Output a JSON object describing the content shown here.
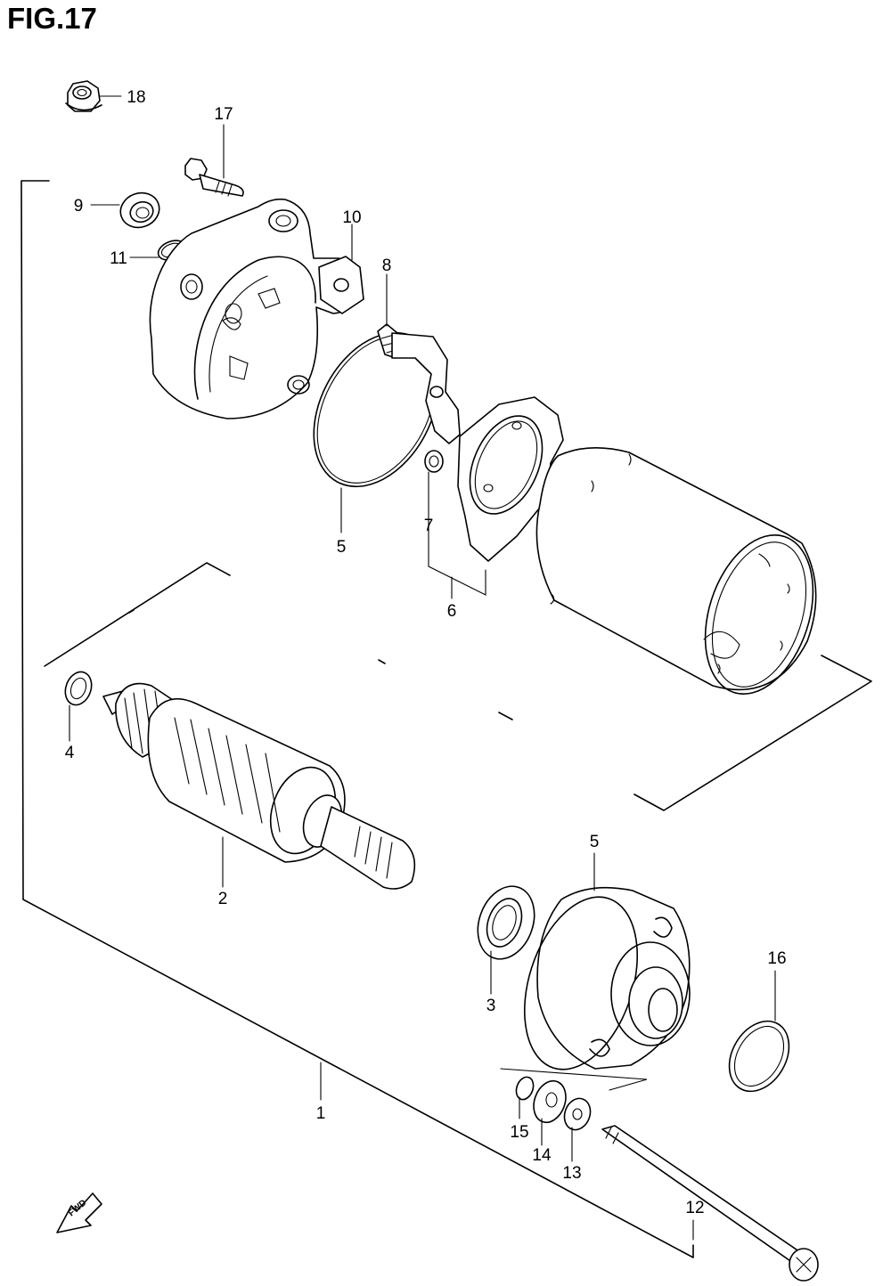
{
  "figure": {
    "title": "FIG.17"
  },
  "callouts": [
    {
      "id": "c18",
      "label": "18"
    },
    {
      "id": "c17",
      "label": "17"
    },
    {
      "id": "c9",
      "label": "9"
    },
    {
      "id": "c11",
      "label": "11"
    },
    {
      "id": "c10",
      "label": "10"
    },
    {
      "id": "c8",
      "label": "8"
    },
    {
      "id": "c5a",
      "label": "5"
    },
    {
      "id": "c7",
      "label": "7"
    },
    {
      "id": "c6",
      "label": "6"
    },
    {
      "id": "c4",
      "label": "4"
    },
    {
      "id": "c2",
      "label": "2"
    },
    {
      "id": "c5b",
      "label": "5"
    },
    {
      "id": "c3",
      "label": "3"
    },
    {
      "id": "c16",
      "label": "16"
    },
    {
      "id": "c1",
      "label": "1"
    },
    {
      "id": "c15",
      "label": "15"
    },
    {
      "id": "c14",
      "label": "14"
    },
    {
      "id": "c13",
      "label": "13"
    },
    {
      "id": "c12",
      "label": "12"
    }
  ],
  "fwd_badge": {
    "label": "FWD"
  }
}
